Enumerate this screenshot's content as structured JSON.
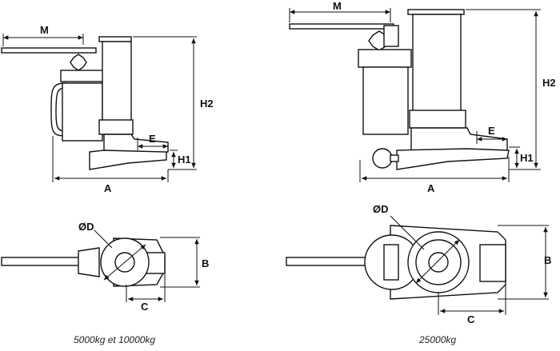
{
  "dimension_labels": {
    "m": "M",
    "h2": "H2",
    "e": "E",
    "h1": "H1",
    "a": "A",
    "d": "ØD",
    "b": "B",
    "c": "C"
  },
  "captions": {
    "left": "5000kg et 10000kg",
    "right": "25000kg"
  },
  "colors": {
    "line": "#111111",
    "body": "#ffffff"
  }
}
